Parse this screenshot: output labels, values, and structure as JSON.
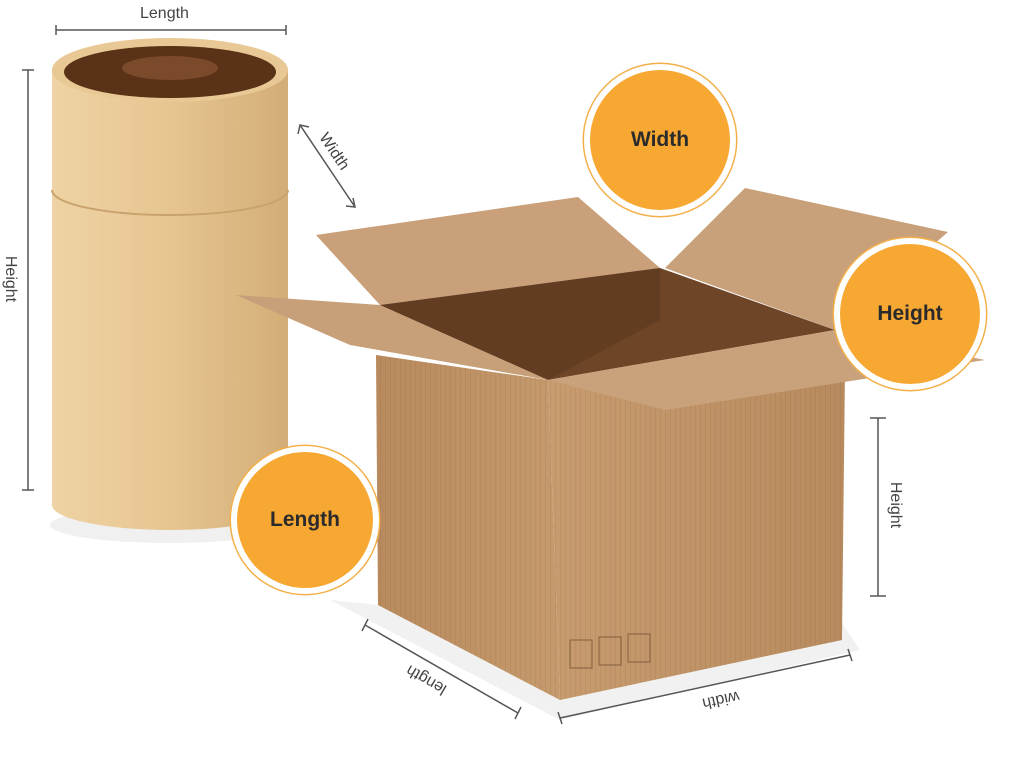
{
  "tube": {
    "length_label": "Length",
    "height_label": "Height",
    "width_label": "Width"
  },
  "box": {
    "badges": {
      "width": "Width",
      "height": "Height",
      "length": "Length"
    },
    "height_label": "Height",
    "length_label": "length",
    "width_label": "width",
    "handling_icons": [
      "fragile-icon",
      "this-way-up-icon",
      "keep-dry-icon"
    ]
  },
  "colors": {
    "badge": "#f7a833",
    "cardboard": "#b98a5e",
    "tube": "#e3c28f"
  }
}
